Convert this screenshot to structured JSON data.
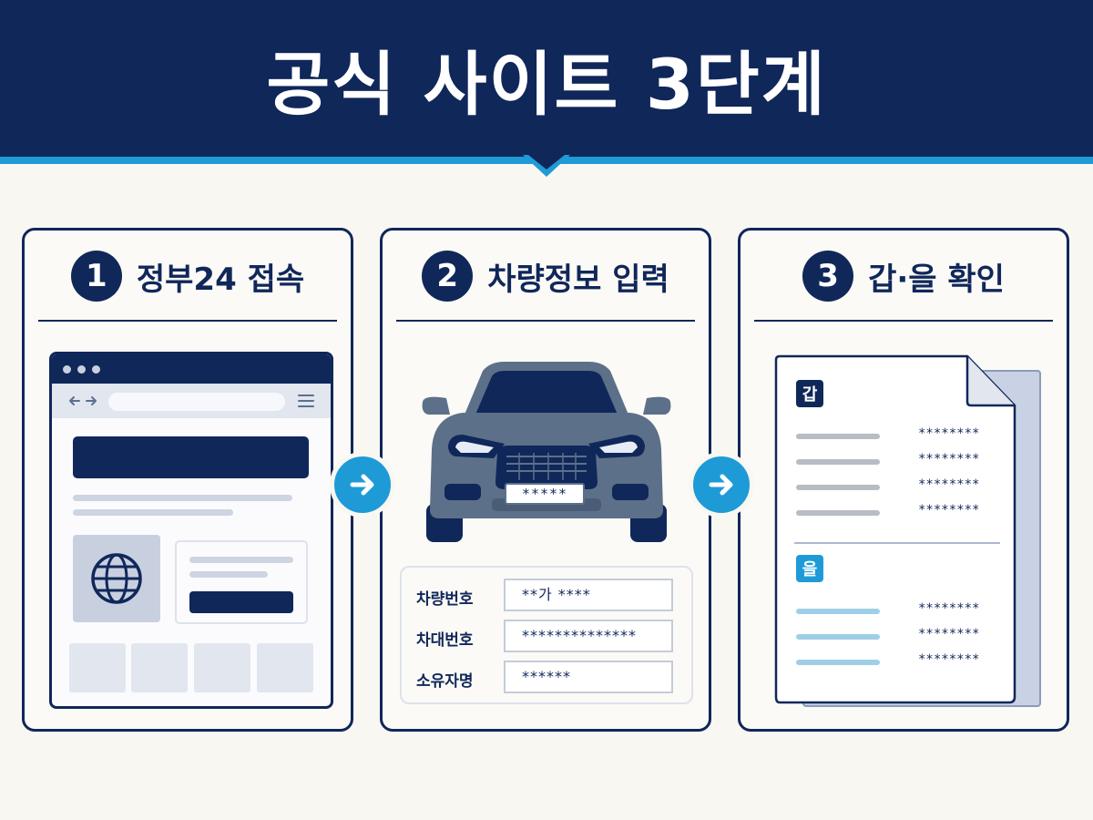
{
  "header": {
    "title": "공식 사이트 3단계"
  },
  "steps": [
    {
      "number": "1",
      "title": "정부24 접속"
    },
    {
      "number": "2",
      "title": "차량정보 입력"
    },
    {
      "number": "3",
      "title": "갑·을 확인"
    }
  ],
  "car": {
    "plate": "*****"
  },
  "form": {
    "fields": [
      {
        "label": "차량번호",
        "value": "**가 ****"
      },
      {
        "label": "차대번호",
        "value": "**************"
      },
      {
        "label": "소유자명",
        "value": "******"
      }
    ]
  },
  "document": {
    "section_a": {
      "badge": "갑",
      "values": [
        "********",
        "********",
        "********",
        "********"
      ]
    },
    "section_b": {
      "badge": "을",
      "values": [
        "********",
        "********",
        "********"
      ]
    }
  },
  "icons": {
    "browser": "browser-window-icon",
    "globe": "globe-icon",
    "arrow": "arrow-right-icon",
    "car": "car-icon",
    "document": "document-icon"
  },
  "colors": {
    "navy": "#10275a",
    "accent": "#1e9bd7",
    "background": "#f8f7f2",
    "light_gray": "#dde2ec"
  }
}
